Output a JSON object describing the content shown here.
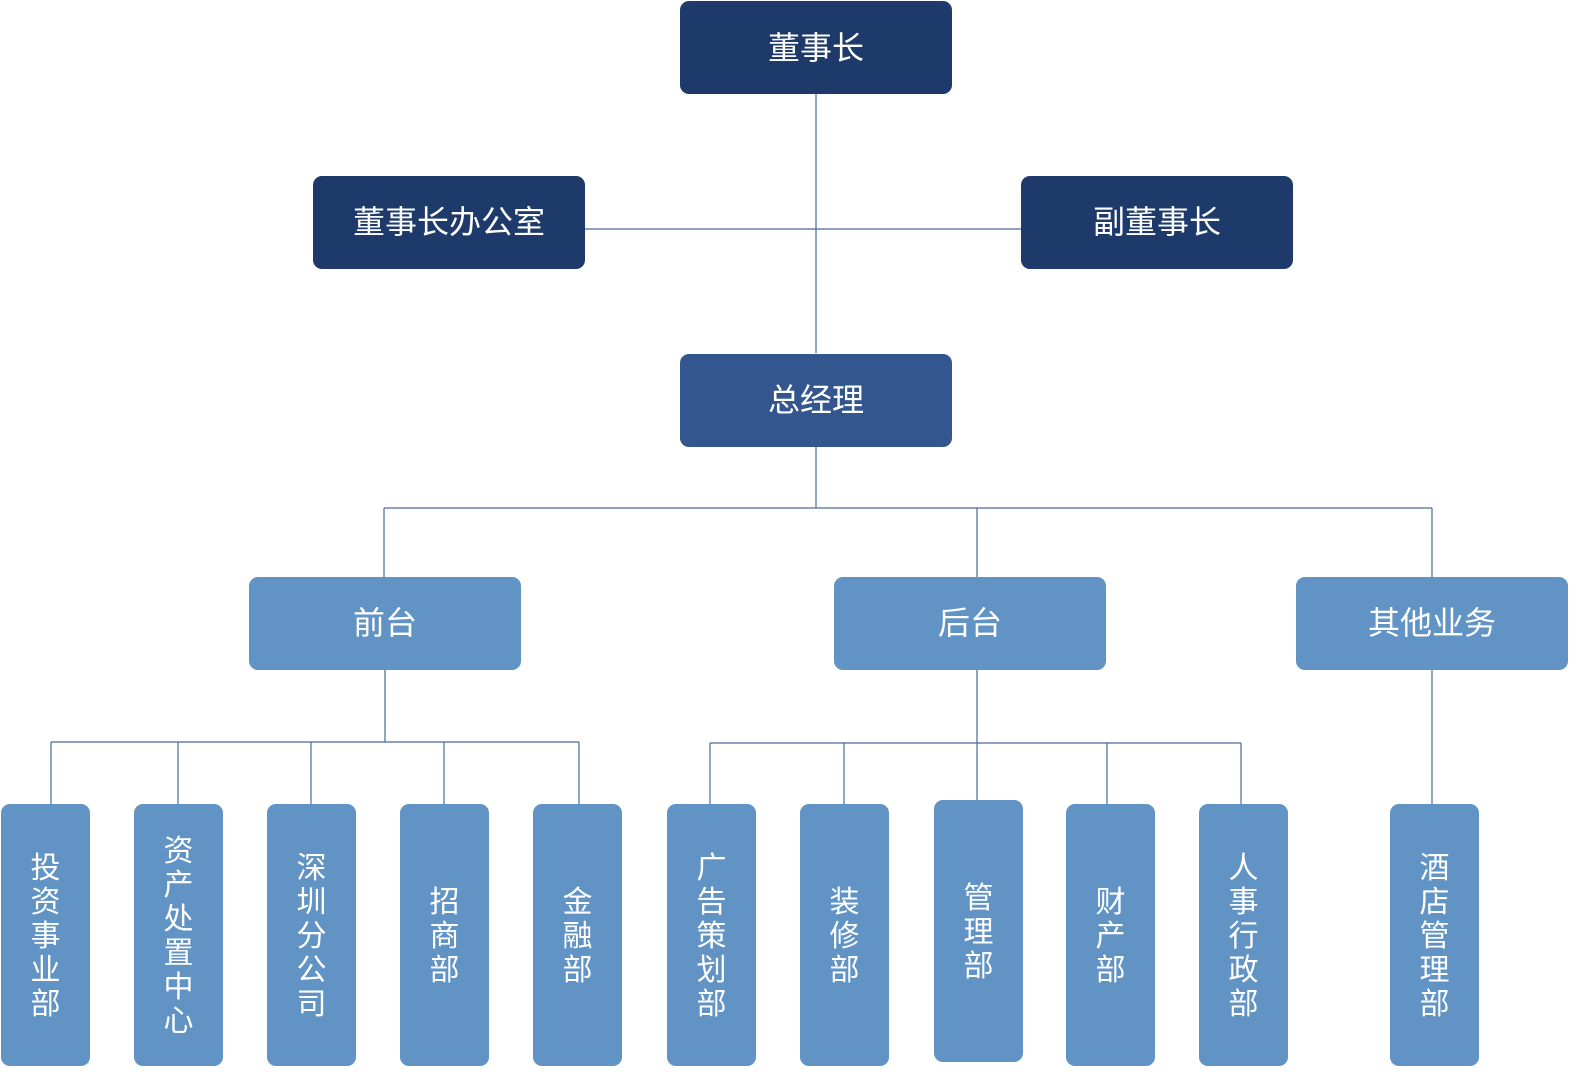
{
  "colors": {
    "top": "#1e3a6b",
    "manager": "#34568f",
    "division": "#6193c4",
    "department": "#6193c4",
    "line": "#4a6a9a"
  },
  "nodes": {
    "chairman": "董事长",
    "chairman_office": "董事长办公室",
    "vice_chairman": "副董事长",
    "general_manager": "总经理",
    "front_office": "前台",
    "back_office": "后台",
    "other_business": "其他业务",
    "front_departments": [
      "投资事业部",
      "资产处置中心",
      "深圳分公司",
      "招商部",
      "金融部"
    ],
    "back_departments": [
      "广告策划部",
      "装修部",
      "管理部",
      "财产部",
      "人事行政部"
    ],
    "other_departments": [
      "酒店管理部"
    ]
  }
}
